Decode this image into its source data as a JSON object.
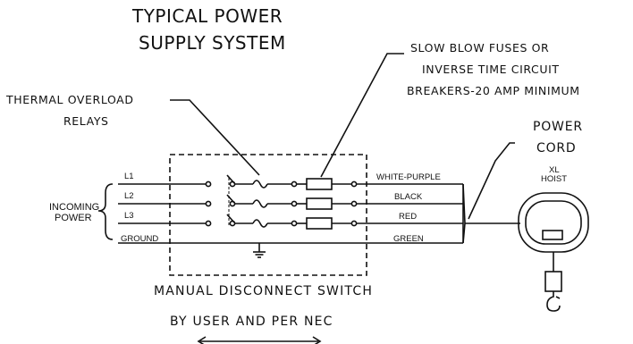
{
  "title": [
    "TYPICAL POWER",
    "SUPPLY SYSTEM"
  ],
  "fuse_label": [
    "SLOW BLOW FUSES OR",
    "INVERSE TIME CIRCUIT",
    "BREAKERS-20 AMP MINIMUM"
  ],
  "overload_label": [
    "THERMAL OVERLOAD",
    "RELAYS"
  ],
  "cord_label": [
    "POWER",
    "CORD"
  ],
  "hoist_label": [
    "XL",
    "HOIST"
  ],
  "incoming_label": [
    "INCOMING",
    "POWER"
  ],
  "lines": [
    "L1",
    "L2",
    "L3",
    "GROUND"
  ],
  "wire_colors": [
    "WHITE-PURPLE",
    "BLACK",
    "RED",
    "GREEN"
  ],
  "switch_label": "MANUAL DISCONNECT SWITCH",
  "user_label": "BY USER AND PER NEC"
}
